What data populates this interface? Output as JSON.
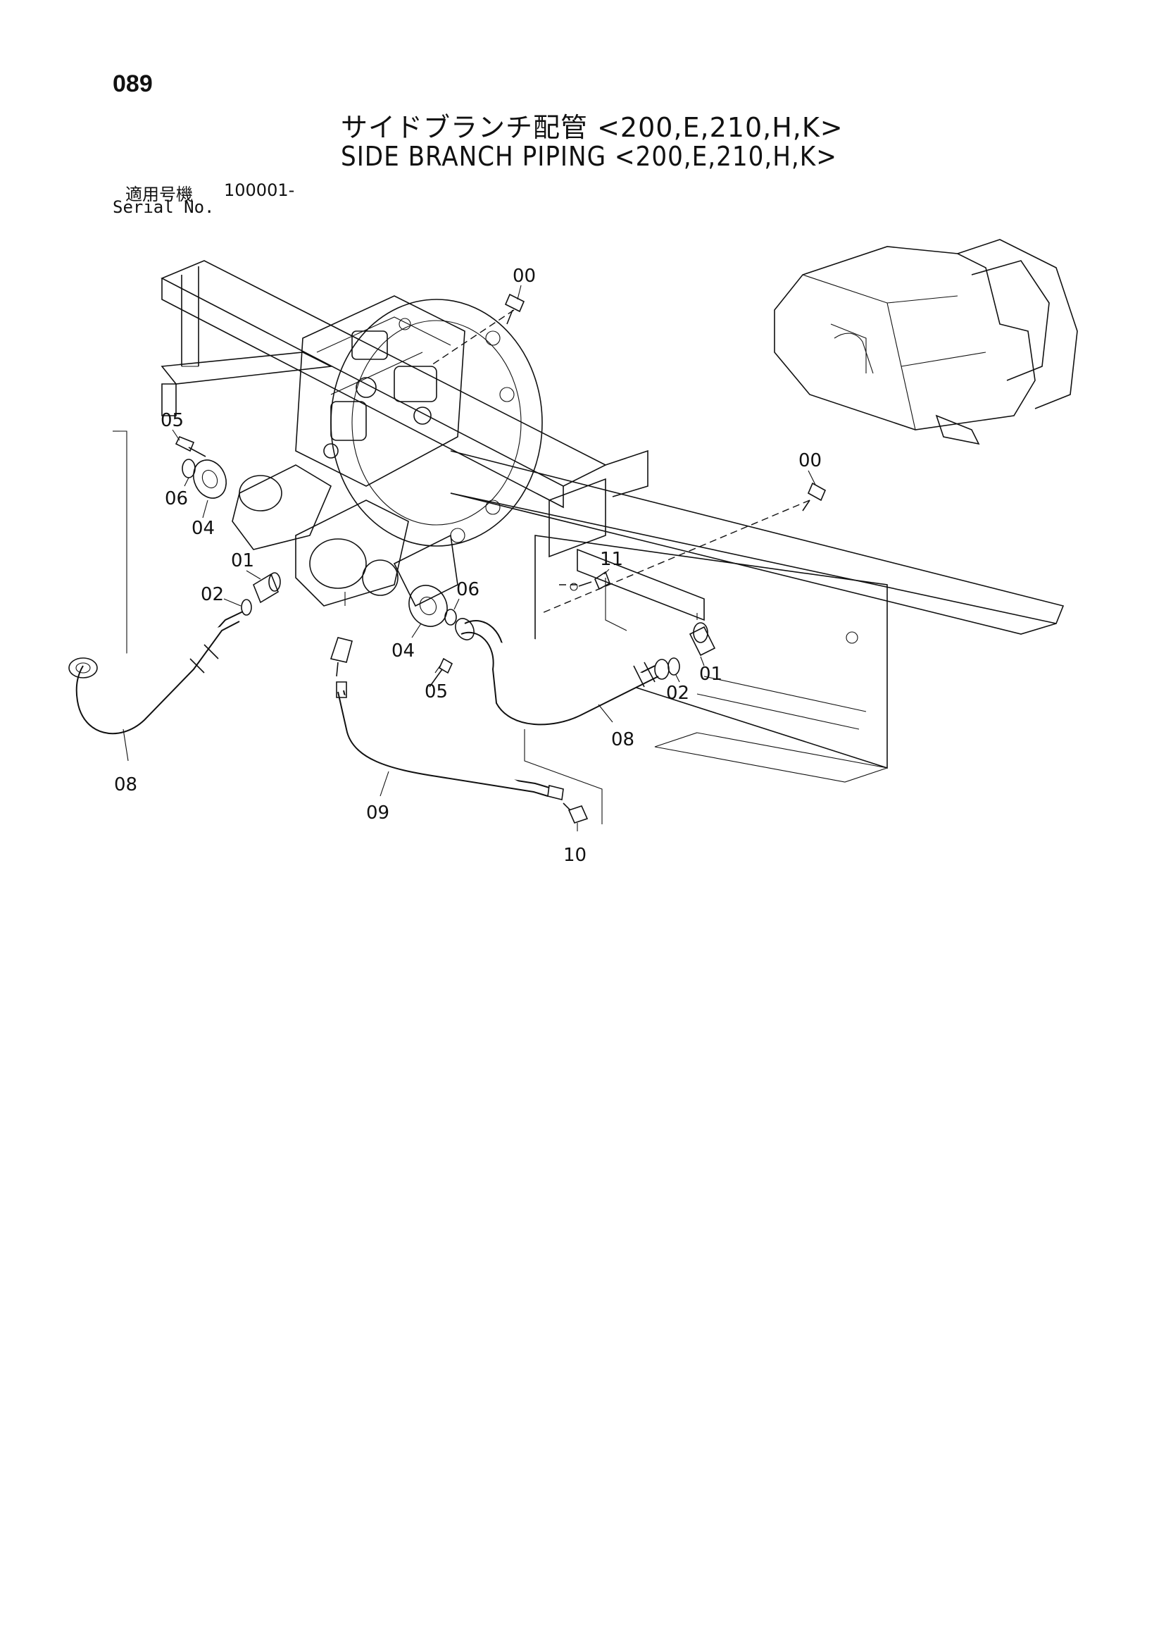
{
  "page_number": "089",
  "title_jp": "サイドブランチ配管 <200,E,210,H,K>",
  "title_en": "SIDE BRANCH PIPING <200,E,210,H,K>",
  "serial": {
    "label_jp": "適用号機",
    "value": "100001-",
    "label_en": "Serial No."
  },
  "callouts": {
    "c00a": "00",
    "c00b": "00",
    "c05a": "05",
    "c06a": "06",
    "c04a": "04",
    "c01a": "01",
    "c02a": "02",
    "c08a": "08",
    "c11": "11",
    "c06b": "06",
    "c04b": "04",
    "c05b": "05",
    "c02b": "02",
    "c01b": "01",
    "c08b": "08",
    "c09": "09",
    "c10": "10"
  }
}
